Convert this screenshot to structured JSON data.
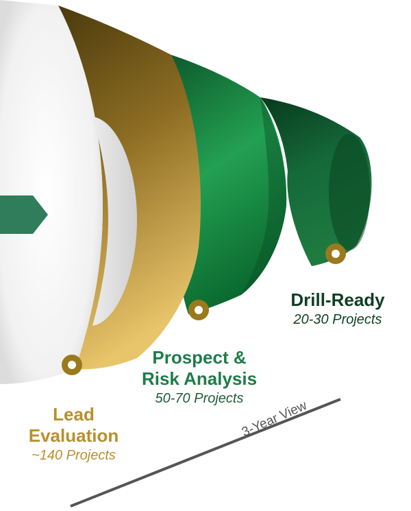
{
  "stages": [
    {
      "title_line1": "Lead",
      "title_line2": "Evaluation",
      "count": "~140 Projects"
    },
    {
      "title_line1": "Prospect &",
      "title_line2": "Risk Analysis",
      "count": "50-70 Projects"
    },
    {
      "title_line1": "Drill-Ready",
      "title_line2": "",
      "count": "20-30 Projects"
    }
  ],
  "timeline_label": "3-Year View",
  "colors": {
    "gold_dark": "#6b5416",
    "gold_light": "#d9b45c",
    "green_mid": "#1e8a45",
    "green_dark": "#0d4d26",
    "arrow": "#2f7d5a",
    "marker": "#9a7a1c"
  }
}
